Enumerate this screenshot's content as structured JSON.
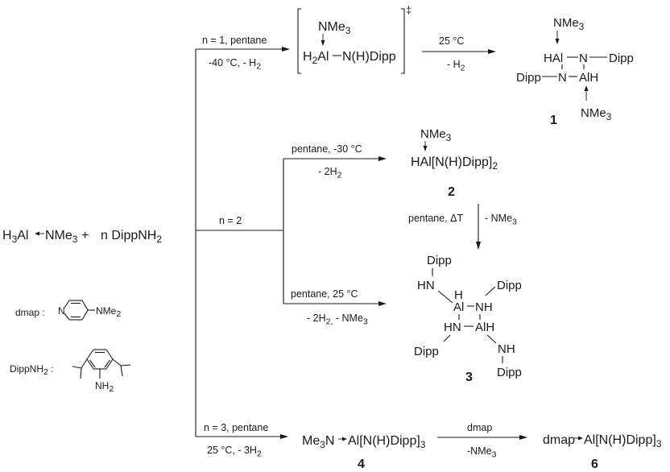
{
  "scheme": {
    "reactants": {
      "alane": {
        "main": "H",
        "sub": "3",
        "rest": "Al",
        "arrow": "←",
        "amine": "NMe",
        "amine_sub": "3"
      },
      "plus": "+",
      "amine_reagent": {
        "prefix": "n DippNH",
        "sub": "2"
      }
    },
    "branches": {
      "n1": {
        "above": "n = 1, pentane",
        "below_main": "-40 °C, - H",
        "below_sub": "2"
      },
      "n2": {
        "label": "n = 2",
        "upper_above": "pentane, -30 °C",
        "upper_below_main": "- 2H",
        "upper_below_sub": "2",
        "lower_above": "pentane, 25 °C",
        "lower_below_a": "- 2H",
        "lower_below_a_sub": "2,",
        "lower_below_b": " - NMe",
        "lower_below_b_sub": "3"
      },
      "n3": {
        "above": "n = 3, pentane",
        "below_main": "25 °C, - 3H",
        "below_sub": "2"
      }
    },
    "intermediate": {
      "top": "NMe",
      "top_sub": "3",
      "left_main": "H",
      "left_sub": "2",
      "left_rest": "Al",
      "right": "N(H)Dipp",
      "dagger": "‡"
    },
    "step_int_to_1": {
      "above": "25 °C",
      "below_main": "- H",
      "below_sub": "2"
    },
    "compound1": {
      "number": "1",
      "top_amine": "NMe",
      "top_amine_sub": "3",
      "al_top": "HAl",
      "n_top": "N",
      "dipp_right": "Dipp",
      "dipp_left": "Dipp",
      "n_bottom": "N",
      "al_bottom": "AlH",
      "bottom_amine": "NMe",
      "bottom_amine_sub": "3"
    },
    "compound2": {
      "number": "2",
      "top_amine": "NMe",
      "top_amine_sub": "3",
      "formula_main": "HAl[N(H)Dipp]",
      "formula_sub": "2"
    },
    "step_2_to_3": {
      "left": "pentane, ΔT",
      "right_main": "- NMe",
      "right_sub": "3"
    },
    "compound3": {
      "number": "3",
      "dipp_top_left": "Dipp",
      "hn_top_left": "HN",
      "h_on_al": "H",
      "al_top": "Al",
      "nh_top": "NH",
      "dipp_top_right": "Dipp",
      "hn_bottom": "HN",
      "al_bottom": "AlH",
      "dipp_bottom_left": "Dipp",
      "nh_bottom_right": "NH",
      "dipp_bottom_right": "Dipp"
    },
    "compound4": {
      "number": "4",
      "prefix": "Me",
      "prefix_sub": "3",
      "n": "N",
      "arrow": "→",
      "rest": "Al[N(H)Dipp]",
      "rest_sub": "3"
    },
    "step_4_to_6": {
      "above": "dmap",
      "below_main": "-NMe",
      "below_sub": "3"
    },
    "compound6": {
      "number": "6",
      "prefix": "dmap",
      "arrow": "→",
      "rest": "Al[N(H)Dipp]",
      "rest_sub": "3"
    },
    "legend": {
      "dmap": {
        "label": "dmap :",
        "ring_n": "N",
        "substituent": "NMe",
        "substituent_sub": "2"
      },
      "dippnh2": {
        "label_main": "DippNH",
        "label_sub": "2",
        "label_colon": " :",
        "amine": "NH",
        "amine_sub": "2"
      }
    }
  }
}
